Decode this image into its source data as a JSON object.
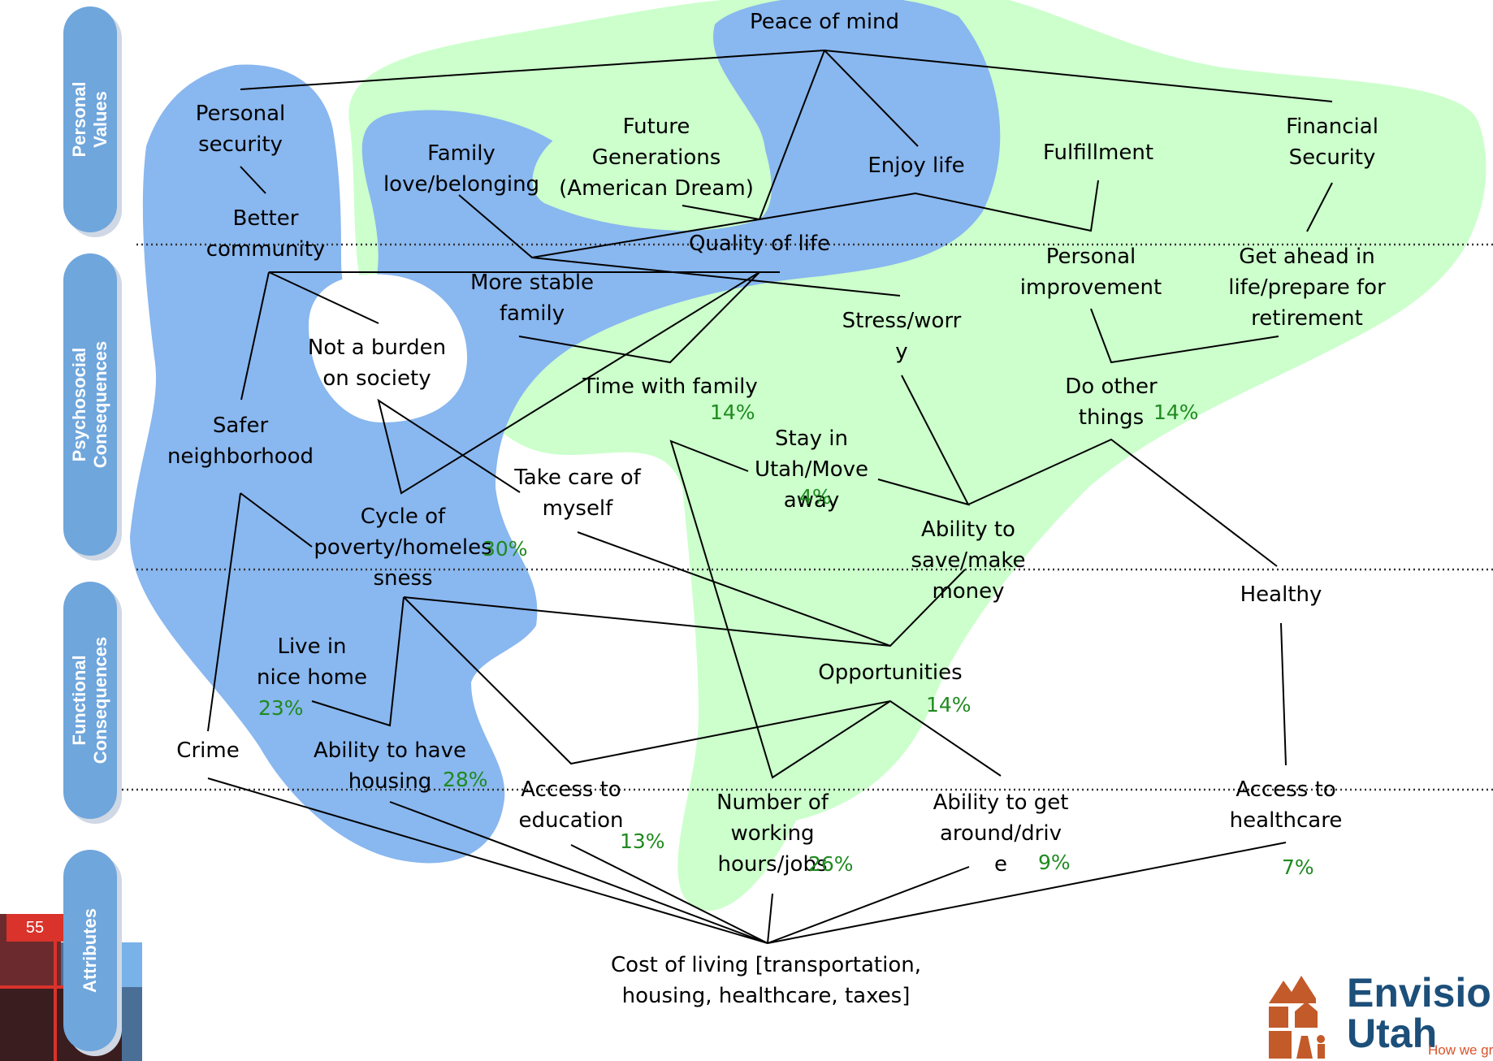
{
  "page_number": "55",
  "colors": {
    "blue_region": "#89b7ef",
    "green_region": "#ccffcc",
    "tab": "#6fa6dc",
    "percent": "#1f8a1f",
    "logo_text": "#1c4f7a",
    "logo_tagline": "#d9532b"
  },
  "level_labels": {
    "personal_values": "Personal Values",
    "psychosocial": "Psychosocial\nConsequences",
    "functional": "Functional\nConsequences",
    "attributes": "Attributes"
  },
  "nodes": {
    "peace_of_mind": "Peace of mind",
    "personal_security": "Personal\nsecurity",
    "family_love": "Family\nlove/belonging",
    "future_generations": "Future\nGenerations\n(American Dream)",
    "enjoy_life": "Enjoy life",
    "fulfillment": "Fulfillment",
    "financial_security": "Financial\nSecurity",
    "better_community": "Better\ncommunity",
    "quality_of_life": "Quality of life",
    "personal_improvement": "Personal\nimprovement",
    "get_ahead": "Get ahead in\nlife/prepare for\nretirement",
    "more_stable_family": "More stable\nfamily",
    "stress_worry": "Stress/worr\ny",
    "not_a_burden": "Not a burden\non society",
    "time_with_family": "Time with family",
    "do_other_things": "Do other\nthings",
    "safer_neighborhood": "Safer\nneighborhood",
    "stay_in_utah": "Stay in\nUtah/Move\naway",
    "take_care": "Take care of\nmyself",
    "cycle_of_poverty": "Cycle of\npoverty/homeles\nsness",
    "ability_to_save": "Ability to\nsave/make\nmoney",
    "healthy": "Healthy",
    "live_in_nice_home": "Live in\nnice home",
    "opportunities": "Opportunities",
    "crime": "Crime",
    "ability_to_have_housing": "Ability to have\nhousing",
    "access_to_education": "Access to\neducation",
    "number_of_working_hours": "Number of\nworking\nhours/jobs",
    "ability_to_get_around": "Ability to get\naround/driv\ne",
    "access_to_healthcare": "Access to\nhealthcare",
    "cost_of_living": "Cost of living [transportation,\nhousing, healthcare, taxes]"
  },
  "percentages": {
    "time_with_family": "14%",
    "do_other_things": "14%",
    "stay_in_utah": "4%",
    "cycle_of_poverty": "30%",
    "live_in_nice_home": "23%",
    "opportunities": "14%",
    "ability_to_have_housing": "28%",
    "access_to_education": "13%",
    "number_of_working_hours": "26%",
    "ability_to_get_around": "9%",
    "access_to_healthcare": "7%"
  },
  "logo": {
    "name_line1": "Envision",
    "name_line2": "Utah",
    "tagline": "How we gr"
  }
}
